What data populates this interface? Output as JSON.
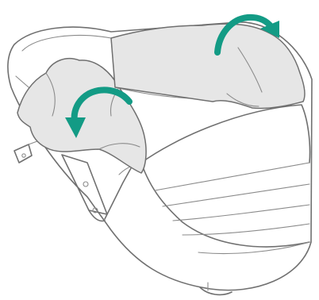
{
  "colors": {
    "arrow": "#139b85",
    "fabric": "#e6e6e6",
    "outline": "#707070",
    "background": "#ffffff"
  },
  "diagram": {
    "subject": "carrycot-bassinet",
    "arrows": [
      {
        "name": "curved-arrow-left",
        "direction": "counterclockwise"
      },
      {
        "name": "curved-arrow-right",
        "direction": "clockwise"
      }
    ]
  }
}
